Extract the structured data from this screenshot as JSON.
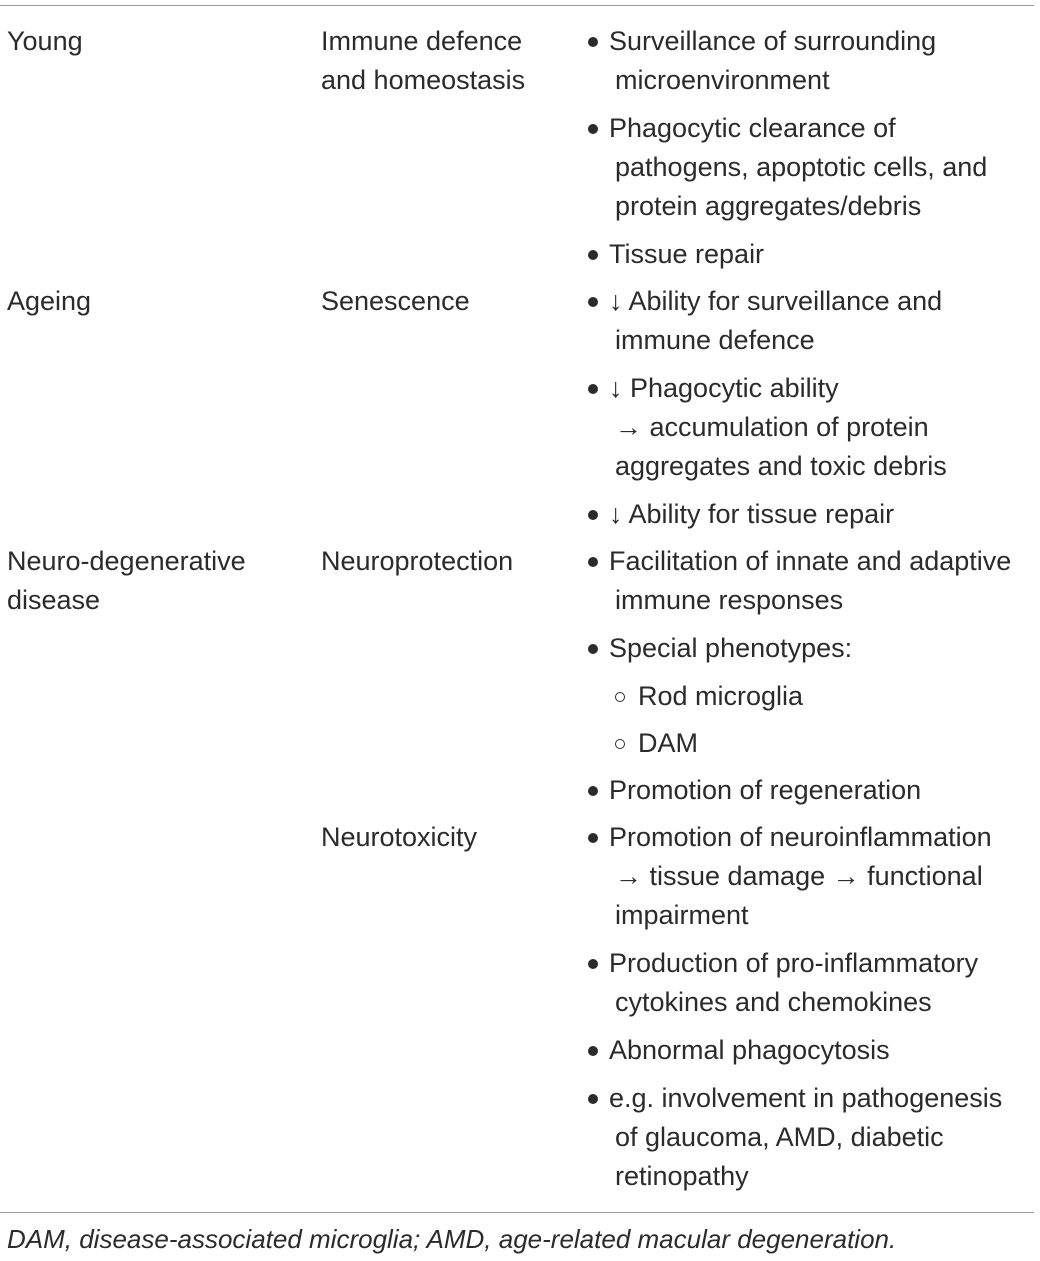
{
  "rows": [
    {
      "stage": [
        "Young"
      ],
      "groups": [
        {
          "role": [
            "Immune defence",
            "and homeostasis"
          ],
          "items": [
            {
              "lines": [
                "Surveillance of surrounding",
                "microenvironment"
              ]
            },
            {
              "lines": [
                "Phagocytic clearance of",
                "pathogens, apoptotic cells, and",
                "protein aggregates/debris"
              ]
            },
            {
              "lines": [
                "Tissue repair"
              ]
            }
          ]
        }
      ]
    },
    {
      "stage": [
        "Ageing"
      ],
      "groups": [
        {
          "role": [
            "Senescence"
          ],
          "items": [
            {
              "lines": [
                "↓ Ability for surveillance and",
                "immune defence"
              ]
            },
            {
              "lines": [
                "↓ Phagocytic ability",
                "→ accumulation of protein",
                "aggregates and toxic debris"
              ]
            },
            {
              "lines": [
                "↓ Ability for tissue repair"
              ]
            }
          ]
        }
      ]
    },
    {
      "stage": [
        "Neuro-degenerative",
        "disease"
      ],
      "groups": [
        {
          "role": [
            "Neuroprotection"
          ],
          "items": [
            {
              "lines": [
                "Facilitation of innate and adaptive",
                "immune responses"
              ]
            },
            {
              "lines": [
                "Special phenotypes:"
              ],
              "subitems": [
                "Rod microglia",
                "DAM"
              ]
            },
            {
              "lines": [
                "Promotion of regeneration"
              ]
            }
          ]
        },
        {
          "role": [
            "Neurotoxicity"
          ],
          "items": [
            {
              "lines": [
                "Promotion of neuroinflammation",
                "→ tissue damage → functional",
                "impairment"
              ]
            },
            {
              "lines": [
                "Production of pro-inflammatory",
                "cytokines and chemokines"
              ]
            },
            {
              "lines": [
                "Abnormal phagocytosis"
              ]
            },
            {
              "lines": [
                "e.g. involvement in pathogenesis",
                "of glaucoma, AMD, diabetic",
                "retinopathy"
              ]
            }
          ]
        }
      ]
    }
  ],
  "footnote": "DAM, disease-associated microglia; AMD, age-related macular degeneration."
}
